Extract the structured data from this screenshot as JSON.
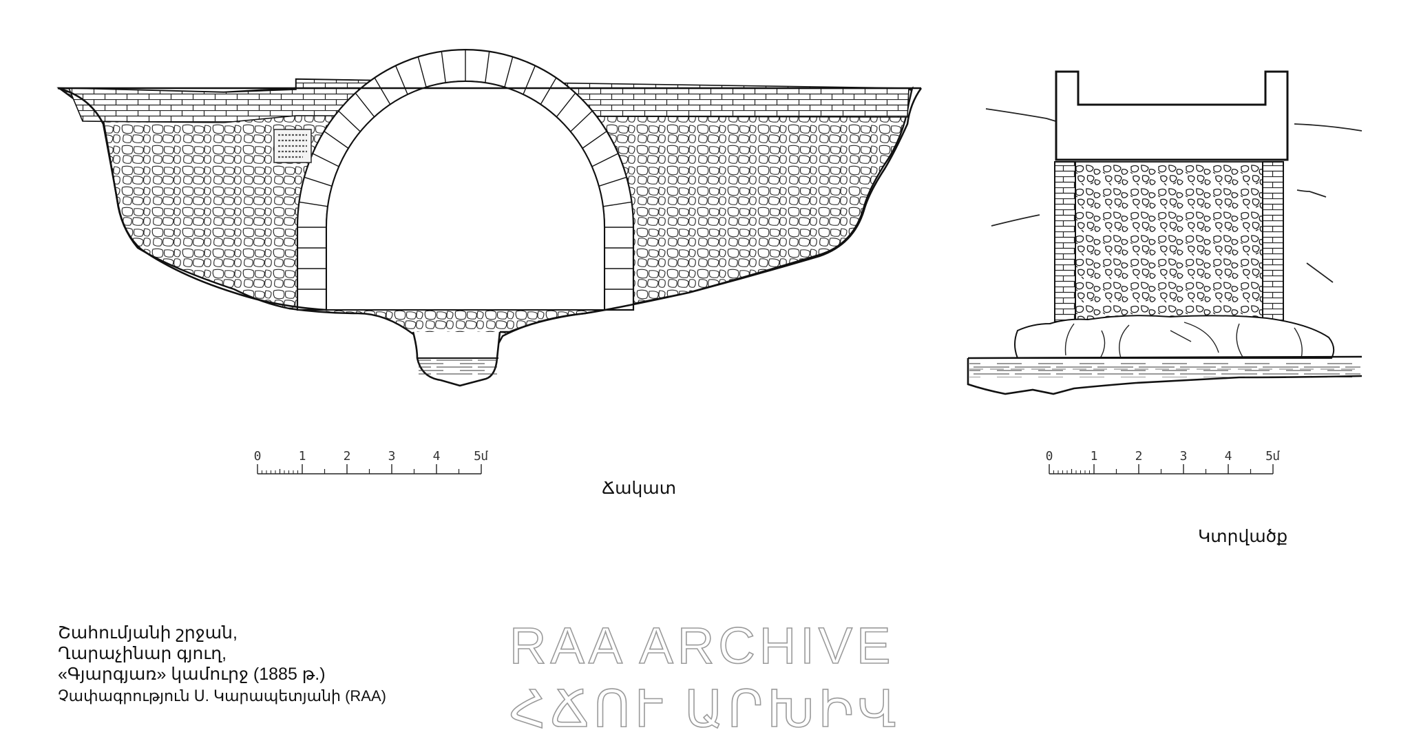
{
  "labels": {
    "facade": "Ճակատ",
    "section": "Կտրվածք"
  },
  "scale": {
    "ticks": [
      "0",
      "1",
      "2",
      "3",
      "4",
      "5"
    ],
    "unit": "մ"
  },
  "caption": {
    "lines": [
      "Շահումյանի շրջան,",
      "Ղարաչինար գյուղ,",
      "«Գյարգյառ» կամուրջ (1885 թ.)"
    ],
    "credit": "Չափագրություն   Ս. Կարապետյանի (RAA)"
  },
  "watermark": {
    "line1": "RAA ARCHIVE",
    "line2": "ՀՃՈՒ ԱՐԽԻՎ"
  },
  "inscription_plaque": {
    "description_text": ""
  }
}
